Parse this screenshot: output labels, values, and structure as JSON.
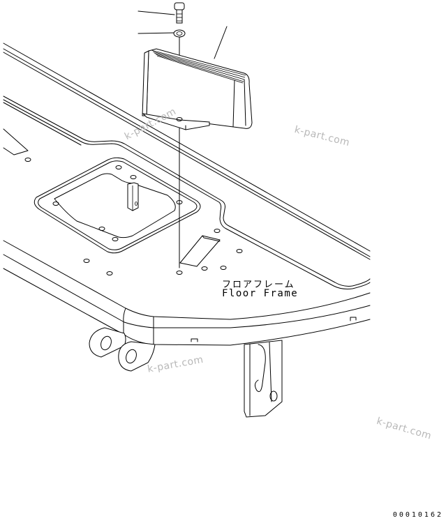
{
  "diagram": {
    "type": "exploded-parts-illustration",
    "part_label": {
      "japanese": "フロアフレーム",
      "english": "Floor Frame"
    },
    "figure_number": "00010162",
    "watermarks": [
      "k-part.com",
      "k-part.com",
      "k-part.com",
      "k-part.com"
    ],
    "components": [
      {
        "name": "bolt",
        "has_leader_line": true
      },
      {
        "name": "washer",
        "has_leader_line": true
      },
      {
        "name": "step/pedal block",
        "has_leader_line": true
      },
      {
        "name": "floor frame"
      },
      {
        "name": "inspection cover opening"
      },
      {
        "name": "hinge brackets"
      },
      {
        "name": "rear bracket"
      }
    ],
    "colors": {
      "line": "#000000",
      "background": "#ffffff",
      "watermark": "#b8b8b8"
    }
  }
}
